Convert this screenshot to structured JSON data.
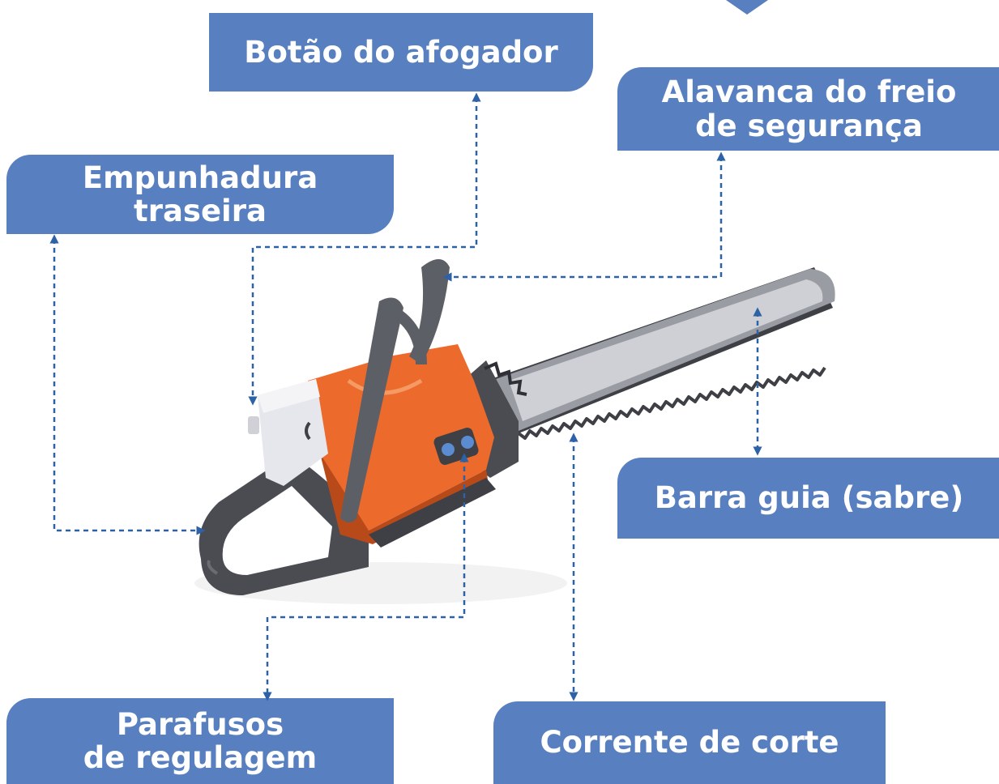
{
  "colors": {
    "label_box": "#587fbf",
    "leader_line": "#2e62a6",
    "body_orange": "#ec6b2c",
    "body_dark": "#4a4c52",
    "bar_grey": "#cfd0d6",
    "cover_white": "#e6e7ec"
  },
  "labels": {
    "afogador": "Botão do afogador",
    "freio": [
      "Alavanca do freio",
      "de segurança"
    ],
    "empunhadura": [
      "Empunhadura",
      "traseira"
    ],
    "barra": "Barra guia (sabre)",
    "parafusos": [
      "Parafusos",
      "de regulagem"
    ],
    "corrente": "Corrente de corte"
  },
  "icons": {
    "illustration": "chainsaw-illustration",
    "top_marker": "triangle-down-icon"
  }
}
